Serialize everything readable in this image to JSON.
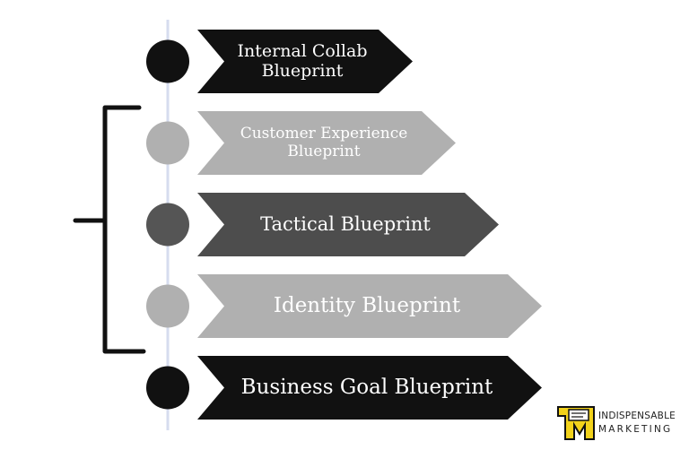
{
  "steps": [
    {
      "label_lines": [
        "Internal Collab",
        "Blueprint"
      ],
      "fill": "#111111",
      "dot": "#111111"
    },
    {
      "label_lines": [
        "Customer Experience",
        "Blueprint"
      ],
      "fill": "#b0b0b0",
      "dot": "#b0b0b0"
    },
    {
      "label_lines": [
        "Tactical Blueprint"
      ],
      "fill": "#4d4d4d",
      "dot": "#555555"
    },
    {
      "label_lines": [
        "Identity Blueprint"
      ],
      "fill": "#b0b0b0",
      "dot": "#b0b0b0"
    },
    {
      "label_lines": [
        "Business Goal Blueprint"
      ],
      "fill": "#111111",
      "dot": "#111111"
    }
  ],
  "logo": {
    "line1": "INDISPENSABLE",
    "line2": "MARKETING",
    "accent": "#f2d21b"
  },
  "colors": {
    "timeline": "#d6dcef",
    "bracket": "#111111"
  }
}
